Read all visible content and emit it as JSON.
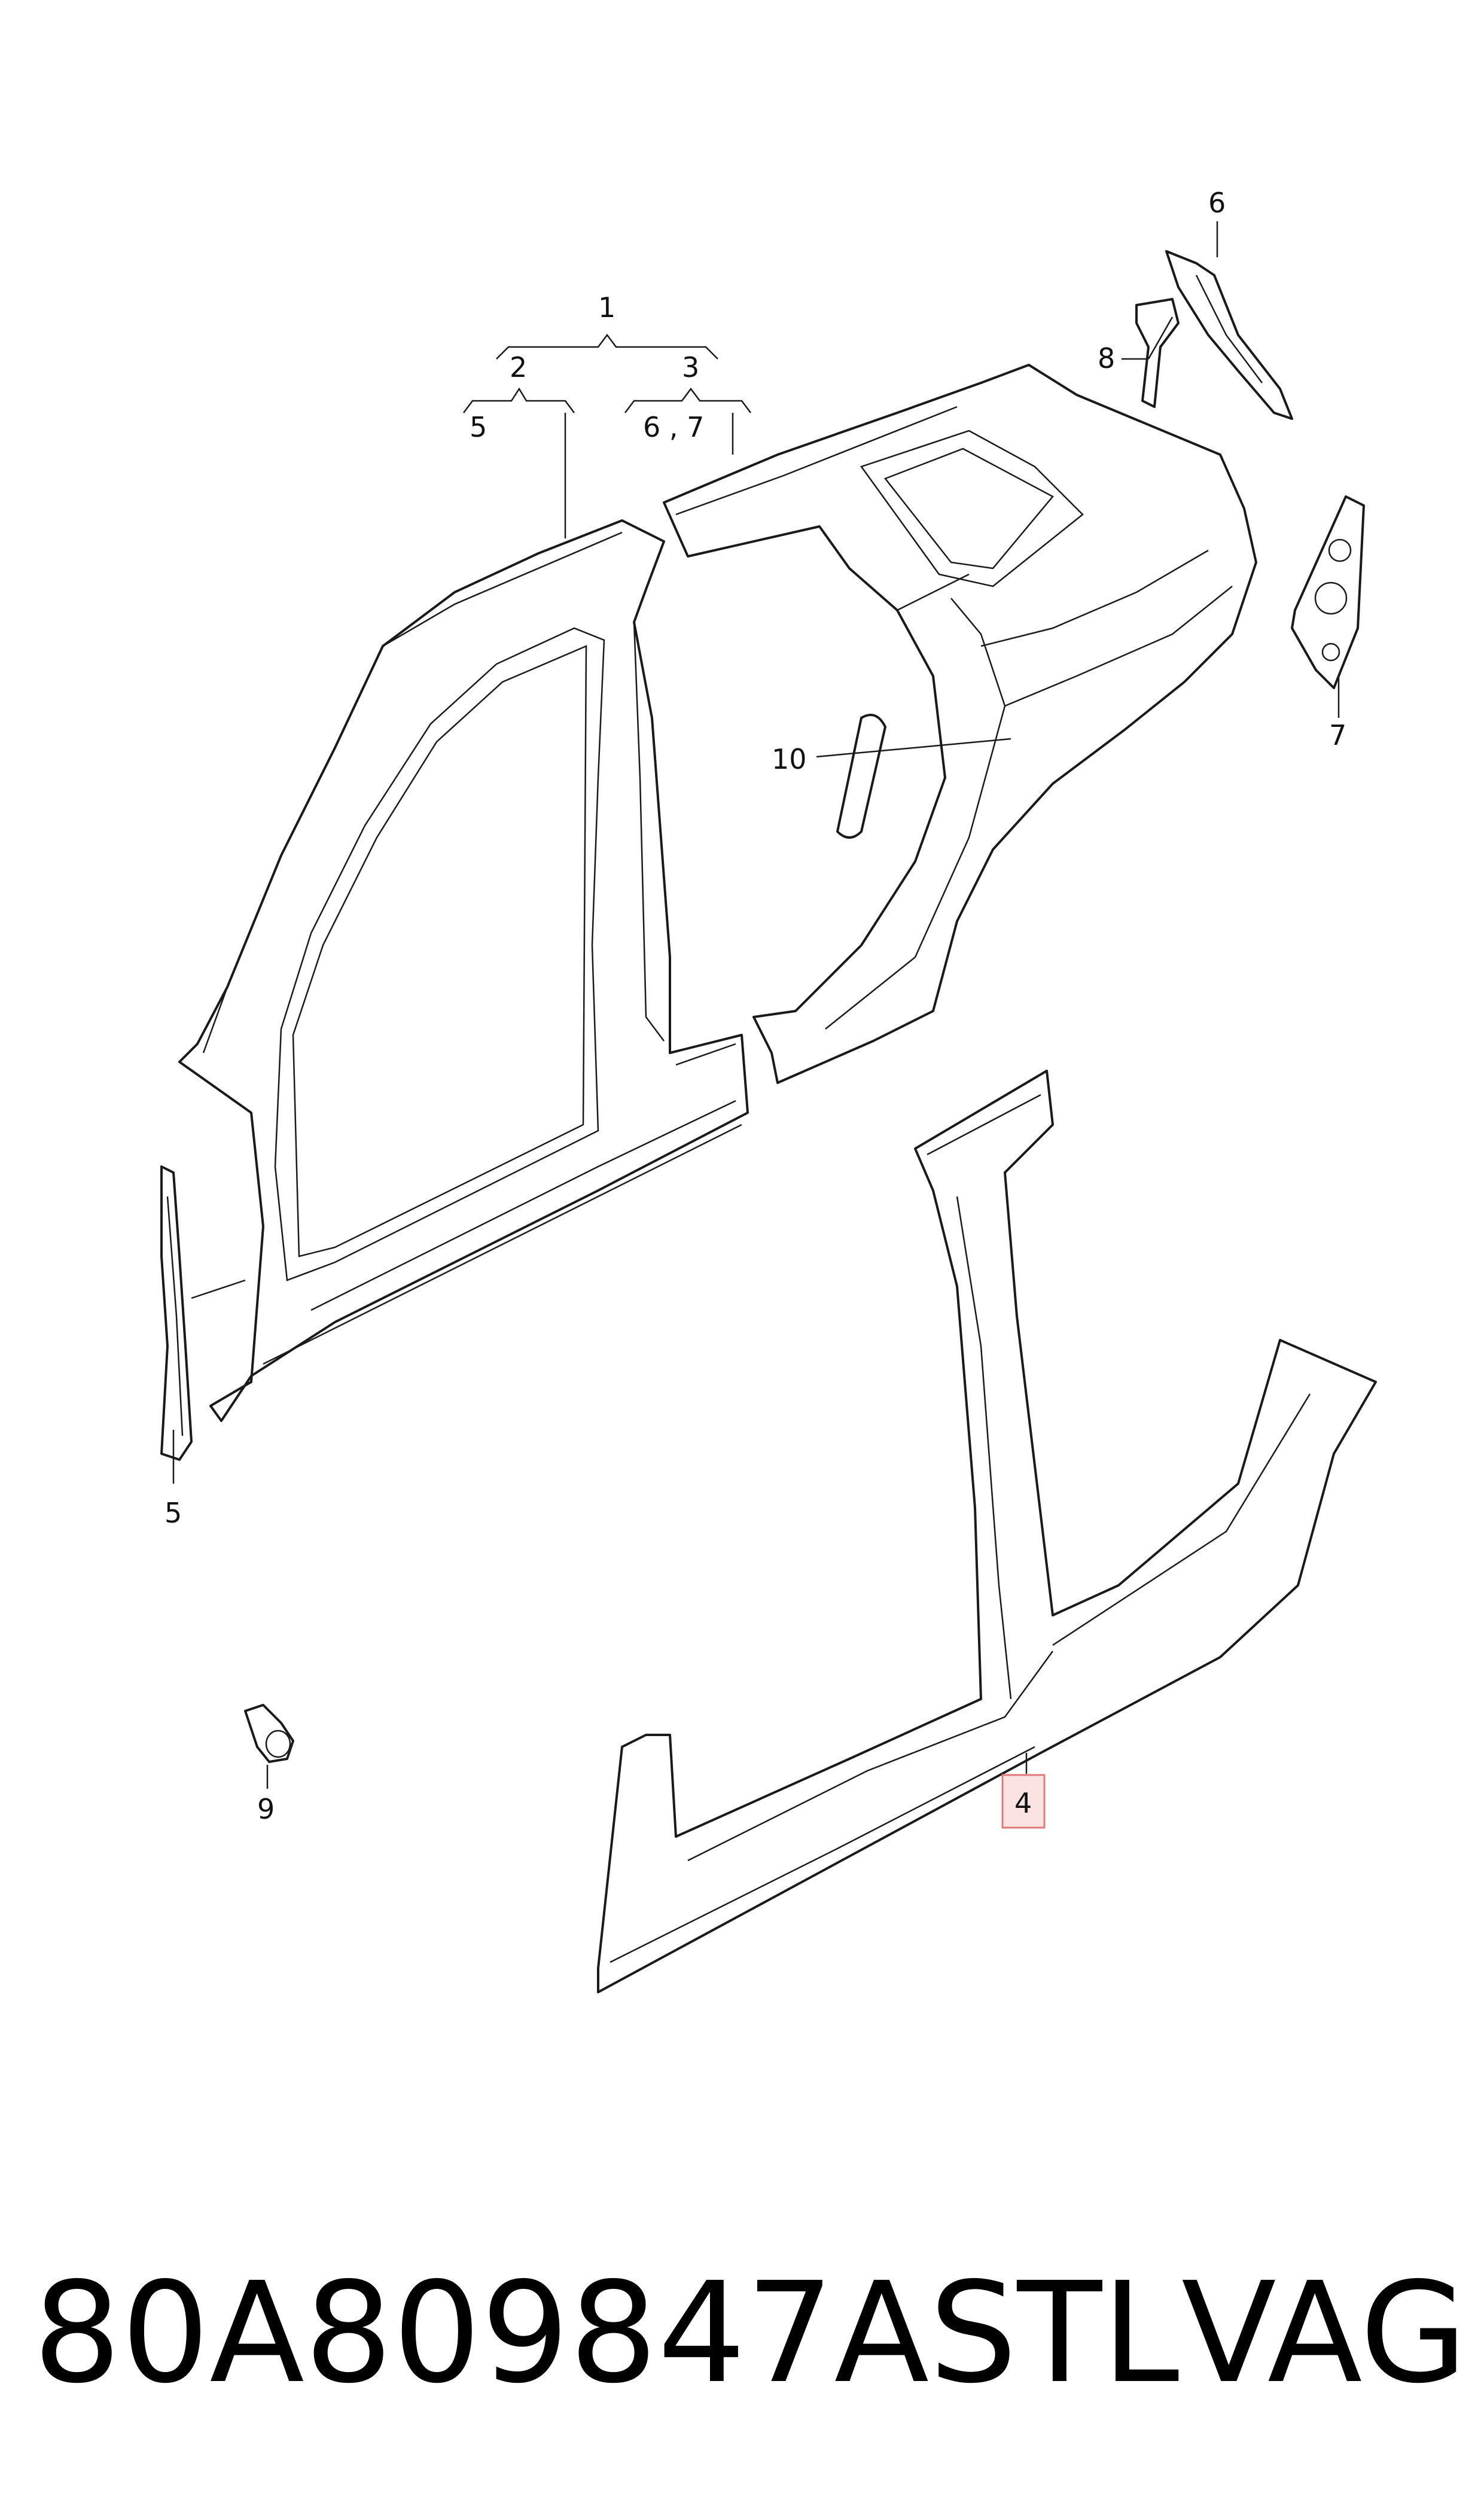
{
  "callouts": {
    "c1": "1",
    "c2": "2",
    "c3": "3",
    "c4": "4",
    "c5a": "5",
    "c5b": "5",
    "c67": "6 , 7",
    "c6": "6",
    "c7": "7",
    "c8": "8",
    "c9": "9",
    "c10": "10"
  },
  "footer": {
    "part_number": "80A809847ASTL",
    "brand": "VAG"
  },
  "colors": {
    "line": "#1a1a1a",
    "highlight_fill": "#fbe3e3",
    "highlight_stroke": "#e07a7a"
  }
}
